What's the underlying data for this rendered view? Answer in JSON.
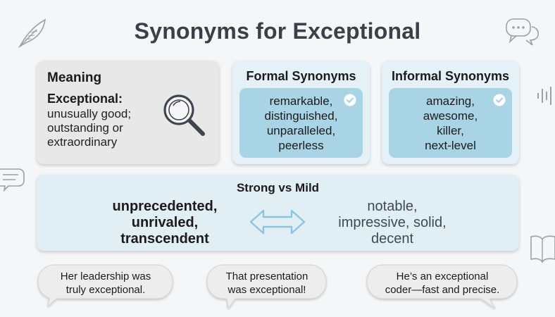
{
  "title": "Synonyms for Exceptional",
  "meaning": {
    "heading": "Meaning",
    "term": "Exceptional:",
    "definition": "unusually good; outstanding or extraordinary"
  },
  "formal": {
    "heading": "Formal Synonyms",
    "words": [
      "remarkable,",
      "distinguished,",
      "unparalleled,",
      "peerless"
    ]
  },
  "informal": {
    "heading": "Informal Synonyms",
    "words": [
      "amazing,",
      "awesome,",
      "killer,",
      "next-level"
    ]
  },
  "strength": {
    "heading": "Strong vs Mild",
    "strong": [
      "unprecedented,",
      "unrivaled,",
      "transcendent"
    ],
    "mild": [
      "notable,",
      "impressive, solid,",
      "decent"
    ]
  },
  "examples": [
    [
      "Her leadership was",
      "truly exceptional."
    ],
    [
      "That presentation",
      "was exceptional!"
    ],
    [
      "He’s an exceptional",
      "coder—fast and precise."
    ]
  ],
  "colors": {
    "card_gray": "#e8e8e8",
    "card_blue": "#e4f1f6",
    "chip_blue": "#a9d4e6",
    "title": "#3a3f48"
  },
  "icons": [
    "feather-icon",
    "chat-bubbles-icon",
    "magnifier-icon",
    "check-icon",
    "double-arrow-icon",
    "speech-bubble-icon",
    "sound-wave-icon",
    "book-icon"
  ]
}
